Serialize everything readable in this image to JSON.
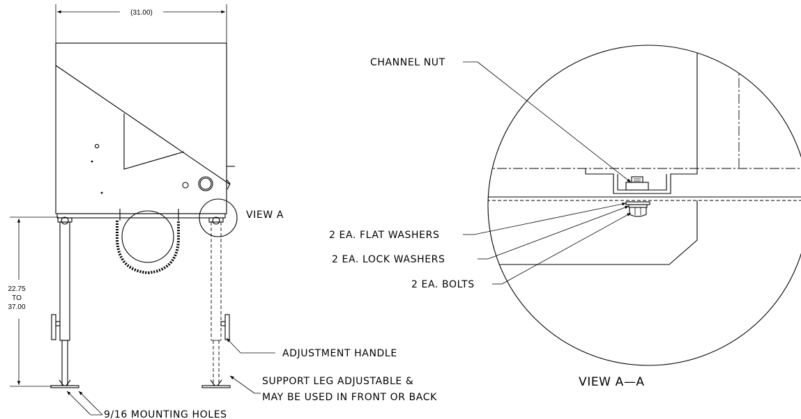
{
  "dimensions": {
    "width": "(31.00)",
    "height_min": "22.75",
    "height_to": "TO",
    "height_max": "37.00"
  },
  "labels": {
    "view_a": "VIEW A",
    "view_a_a": "VIEW A—A",
    "channel_nut": "CHANNEL NUT",
    "flat_washers": "2 EA. FLAT WASHERS",
    "lock_washers": "2 EA. LOCK WASHERS",
    "bolts": "2 EA. BOLTS",
    "adjustment_handle": "ADJUSTMENT HANDLE",
    "support_leg_line1": "SUPPORT LEG ADJUSTABLE &",
    "support_leg_line2": "MAY BE USED IN FRONT OR BACK",
    "mounting_holes": "9/16 MOUNTING HOLES"
  }
}
